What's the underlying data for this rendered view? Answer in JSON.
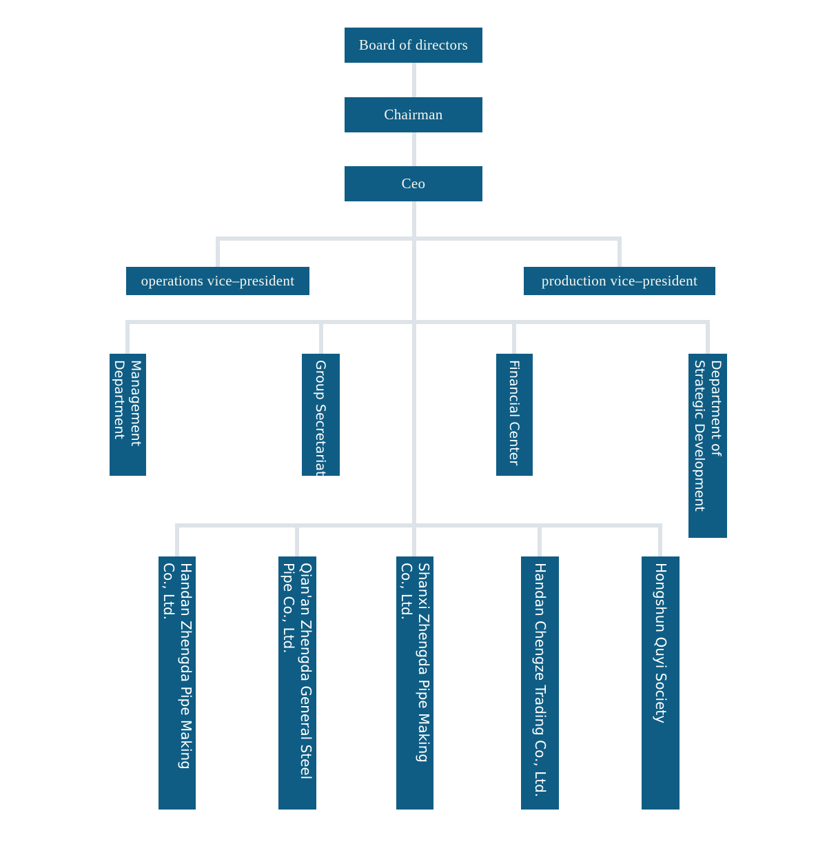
{
  "colors": {
    "box_fill": "#0f5d84",
    "connector_line": "#dde3e8",
    "box_text": "#ffffff"
  },
  "nodes": {
    "board": {
      "label": "Board of directors"
    },
    "chairman": {
      "label": "Chairman"
    },
    "ceo": {
      "label": "Ceo"
    },
    "ops_vp": {
      "label": "operations vice–president"
    },
    "prod_vp": {
      "label": "production vice–president"
    },
    "management": {
      "line1": "Management",
      "line2": "Department"
    },
    "secretariat": {
      "line1": "Group Secretariat"
    },
    "financial": {
      "line1": "Financial Center"
    },
    "strategic": {
      "line1": "Department of",
      "line2": "Strategic Development"
    },
    "sub1": {
      "line1": "Handan Zhengda Pipe Making",
      "line2": "Co., Ltd."
    },
    "sub2": {
      "line1": "Qian'an Zhengda General Steel",
      "line2": "Pipe Co., Ltd."
    },
    "sub3": {
      "line1": "Shanxi Zhengda Pipe Making",
      "line2": "Co., Ltd."
    },
    "sub4": {
      "line1": "Handan Chengze Trading Co., Ltd."
    },
    "sub5": {
      "line1": "Hongshun Quyi Society"
    }
  }
}
